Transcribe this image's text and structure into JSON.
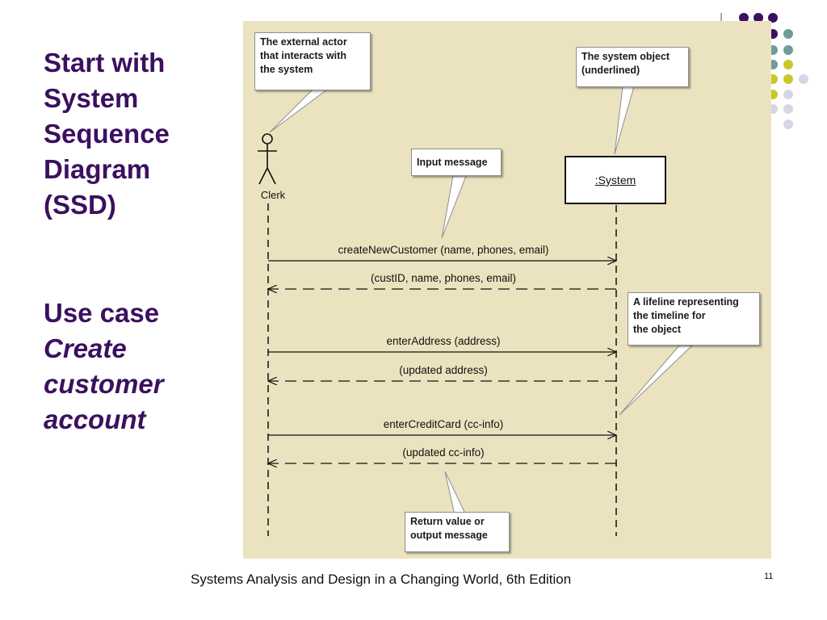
{
  "slide": {
    "title_lines": [
      "Start with",
      "System",
      "Sequence",
      "Diagram",
      "(SSD)"
    ],
    "usecase_label": "Use case",
    "usecase_name_lines": [
      "Create",
      "customer",
      "account"
    ],
    "footer": "Systems Analysis and Design in a Changing World, 6th Edition",
    "page_number": "11"
  },
  "diagram": {
    "actor_label": "Clerk",
    "system_object": ":System",
    "callouts": {
      "actor_note": [
        "The external actor",
        "that interacts with",
        "the system"
      ],
      "system_note": [
        "The system object",
        "(underlined)"
      ],
      "input_note": [
        "Input message"
      ],
      "lifeline_note": [
        "A lifeline representing",
        "the timeline for",
        "the object"
      ],
      "return_note": [
        "Return value or",
        "output message"
      ]
    },
    "messages": [
      {
        "text": "createNewCustomer (name, phones, email)",
        "kind": "input"
      },
      {
        "text": "(custID, name, phones, email)",
        "kind": "return"
      },
      {
        "text": "enterAddress (address)",
        "kind": "input"
      },
      {
        "text": "(updated address)",
        "kind": "return"
      },
      {
        "text": "enterCreditCard (cc-info)",
        "kind": "input"
      },
      {
        "text": "(updated cc-info)",
        "kind": "return"
      }
    ]
  },
  "colors": {
    "title": "#3b1060",
    "diagram_background": "#ebe3bf",
    "dot_purple": "#3b1060",
    "dot_teal": "#6e9b9b",
    "dot_yellow": "#c8c82a",
    "dot_lavender": "#d6d6e6"
  }
}
